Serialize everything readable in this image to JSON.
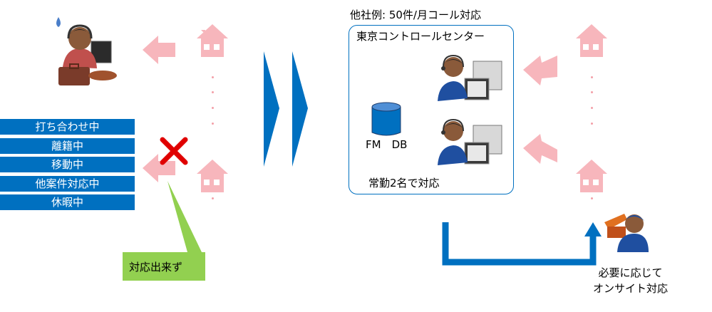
{
  "left": {
    "status_items": [
      "打ち合わせ中",
      "離籍中",
      "移動中",
      "他案件対応中",
      "休暇中"
    ],
    "unable_label": "対応出来ず"
  },
  "center": {
    "title": "他社例: 50件/月コール対応",
    "box_title": "東京コントロールセンター",
    "db_label": "FM　DB",
    "staff_note": "常勤2名で対応"
  },
  "right": {
    "onsite_label": "必要に応じて\nオンサイト対応"
  },
  "colors": {
    "accent_blue": "#0070c0",
    "house_pink": "#f7b6bc",
    "callout_green": "#92d050",
    "cross_red": "#e00000"
  }
}
